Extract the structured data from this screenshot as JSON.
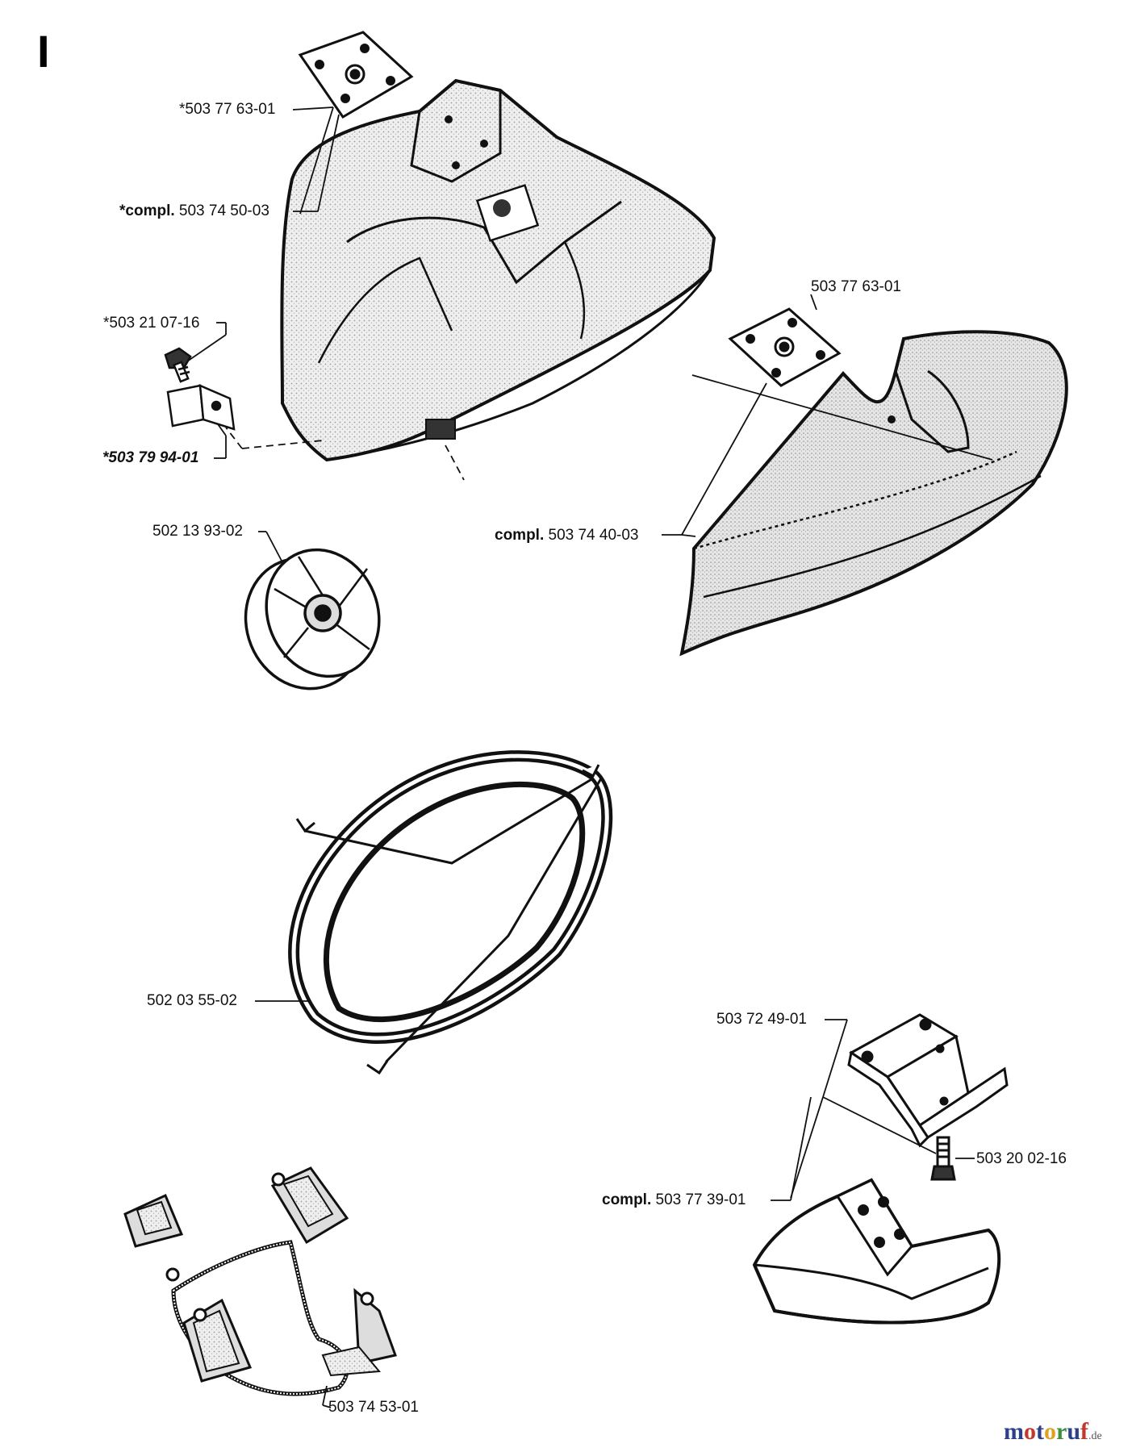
{
  "section_letter": "I",
  "labels": {
    "plate_top": "*503 77 63-01",
    "guard_top_prefix": "*compl.",
    "guard_top_number": "503 74 50-03",
    "screw": "*503 21 07-16",
    "bracket": "*503 79 94-01",
    "plate_right": "503 77 63-01",
    "guard_right_prefix": "compl.",
    "guard_right_number": "503 74 40-03",
    "spool": "502 13 93-02",
    "ring": "502 03 55-02",
    "mount": "503 72 49-01",
    "bolt": "503 20 02-16",
    "guard_small_prefix": "compl.",
    "guard_small_number": "503 77 39-01",
    "harness": "503 74 53-01"
  },
  "brand": {
    "letters": [
      "m",
      "o",
      "t",
      "o",
      "r",
      "u",
      "f"
    ],
    "tld": ".de"
  },
  "colors": {
    "ink": "#111111",
    "shade": "#d9d9d9",
    "brand_letters": [
      "#2b3f8c",
      "#c0392b",
      "#2b3f8c",
      "#e0a020",
      "#3d8f3d",
      "#2b3f8c",
      "#c0392b"
    ]
  }
}
